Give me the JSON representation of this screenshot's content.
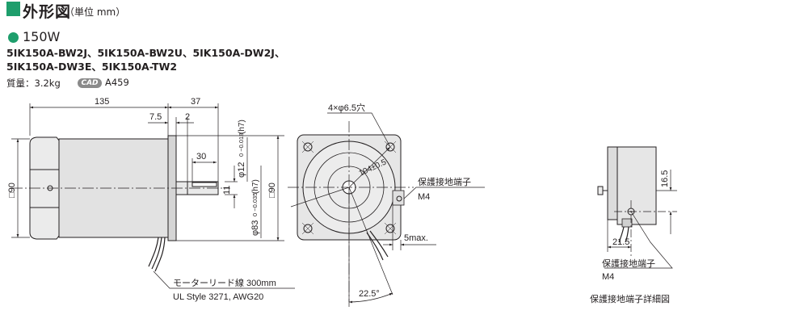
{
  "header": {
    "title": "外形図",
    "subtitle": "（単位 mm）"
  },
  "power": {
    "label": "150W"
  },
  "models": {
    "line1": "5IK150A-BW2J、5IK150A-BW2U、5IK150A-DW2J、",
    "line2": "5IK150A-DW3E、5IK150A-TW2"
  },
  "mass": {
    "label": "質量：3.2kg"
  },
  "cad": {
    "badge": "CAD",
    "ref": "A459"
  },
  "side_view": {
    "dim_overall": "135",
    "dim_shaft": "37",
    "dim_key_offset": "7.5",
    "dim_key_gap": "2",
    "dim_key_length": "30",
    "dim_key_width": "11",
    "dim_square": "□90",
    "dim_square_right": "□90",
    "shaft_dia_main": "φ12",
    "shaft_dia_tol": "0  −0.018",
    "shaft_dia_fit": "(h7)",
    "pilot_dia_main": "φ83",
    "pilot_dia_tol": "0  −0.035",
    "pilot_dia_fit": "(h7)",
    "lead_note_1": "モーターリード線 300mm",
    "lead_note_2": "UL Style 3271, AWG20"
  },
  "front_view": {
    "holes": "4×φ6.5穴",
    "pcd": "104±0.5",
    "terminal_label": "保護接地端子",
    "terminal_screw": "M4",
    "max_dim": "5max.",
    "angle": "22.5°"
  },
  "detail_view": {
    "dim_vertical": "16.5",
    "dim_horizontal": "21.5",
    "terminal_label": "保護接地端子",
    "terminal_screw": "M4",
    "caption": "保護接地端子詳細図"
  }
}
